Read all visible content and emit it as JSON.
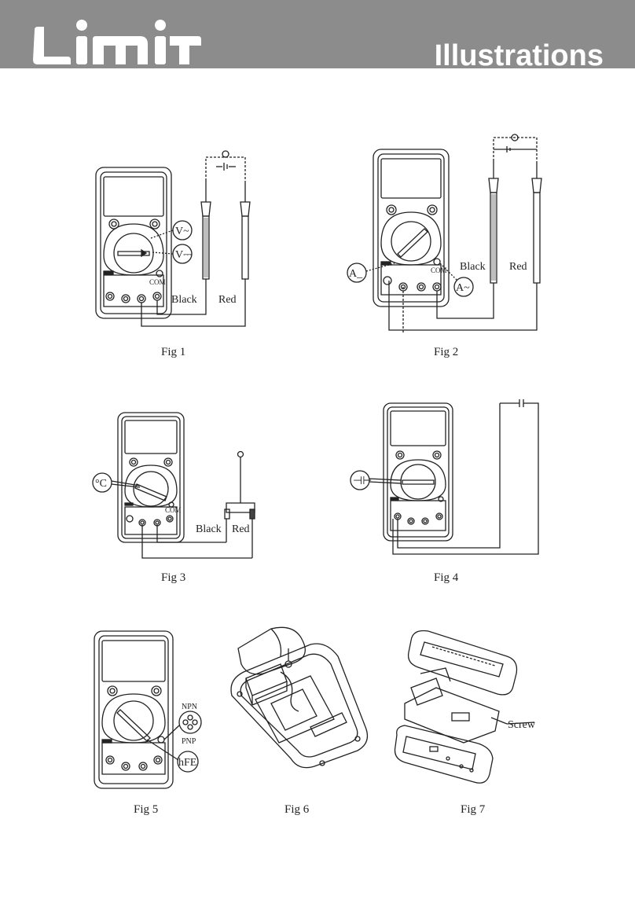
{
  "header": {
    "brand": "Limit",
    "title": "Illustrations"
  },
  "figures": [
    {
      "caption": "Fig 1",
      "labels": {
        "black": "Black",
        "red": "Red",
        "com": "COM",
        "v_ac": "V~",
        "v_dc": "V⎓"
      }
    },
    {
      "caption": "Fig 2",
      "labels": {
        "black": "Black",
        "red": "Red",
        "com": "COM",
        "a_dc": "A_",
        "a_ac": "A~"
      }
    },
    {
      "caption": "Fig 3",
      "labels": {
        "black": "Black",
        "red": "Red",
        "com": "COM",
        "temp": "°C"
      }
    },
    {
      "caption": "Fig 4",
      "labels": {
        "cap": "⊣⊢"
      }
    },
    {
      "caption": "Fig 5",
      "labels": {
        "npn": "NPN",
        "pnp": "PNP",
        "hfe": "hFE"
      }
    },
    {
      "caption": "Fig 6"
    },
    {
      "caption": "Fig 7",
      "labels": {
        "screw": "Screw"
      }
    }
  ]
}
